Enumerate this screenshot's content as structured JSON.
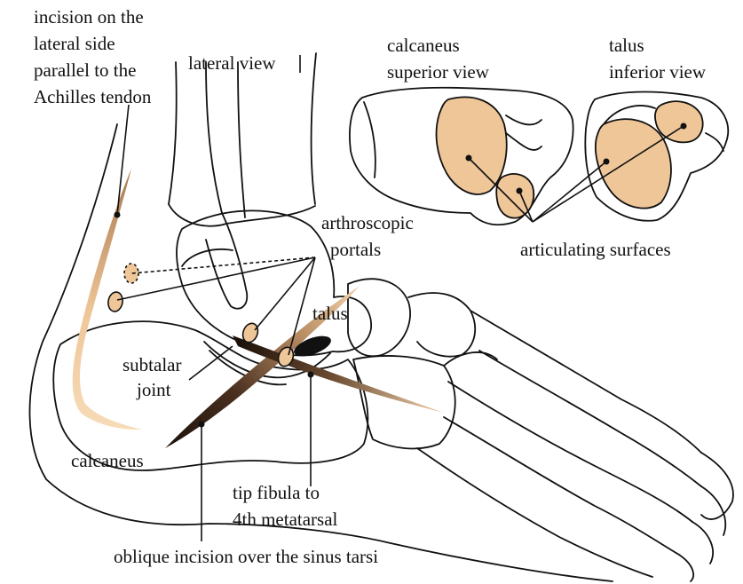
{
  "labels": {
    "achilles_incision": [
      "incision on the",
      "lateral side",
      "parallel to the",
      "Achilles tendon"
    ],
    "lateral_view": "lateral view",
    "calcaneus_superior": [
      "calcaneus",
      "superior view"
    ],
    "talus_inferior": [
      "talus",
      "inferior view"
    ],
    "arthroscopic_portals": [
      "arthroscopic",
      "portals"
    ],
    "articulating_surfaces": "articulating surfaces",
    "talus": "talus",
    "subtalar_joint": [
      "subtalar",
      "joint"
    ],
    "calcaneus": "calcaneus",
    "tip_fibula": [
      "tip fibula to",
      "4th metatarsal"
    ],
    "oblique_incision": "oblique incision over the sinus tarsi"
  },
  "colors": {
    "articular_surface": "#efc698",
    "incision_light": "#efc698",
    "incision_dark": "#2a1a10",
    "line": "#111111"
  }
}
